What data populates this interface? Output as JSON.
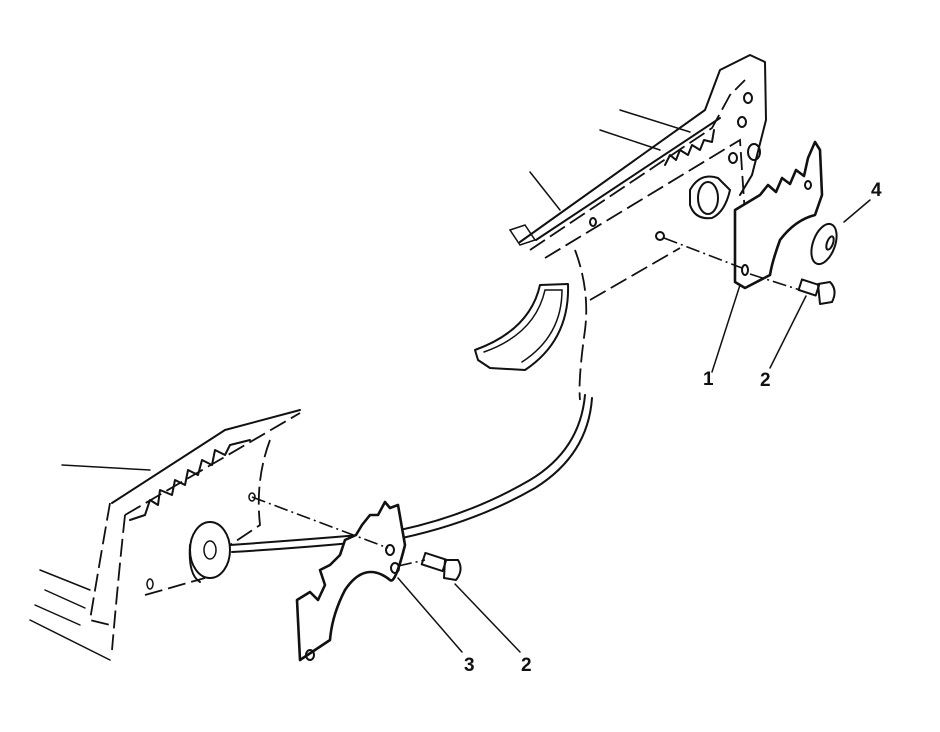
{
  "diagram": {
    "type": "exploded-parts-view",
    "callouts": [
      {
        "id": "c1",
        "label": "1",
        "part": "height adjuster plate (right)"
      },
      {
        "id": "c2a",
        "label": "2",
        "part": "bolt (right)"
      },
      {
        "id": "c4",
        "label": "4",
        "part": "washer"
      },
      {
        "id": "c3",
        "label": "3",
        "part": "height adjuster plate (left)"
      },
      {
        "id": "c2b",
        "label": "2",
        "part": "bolt (left)"
      }
    ]
  }
}
